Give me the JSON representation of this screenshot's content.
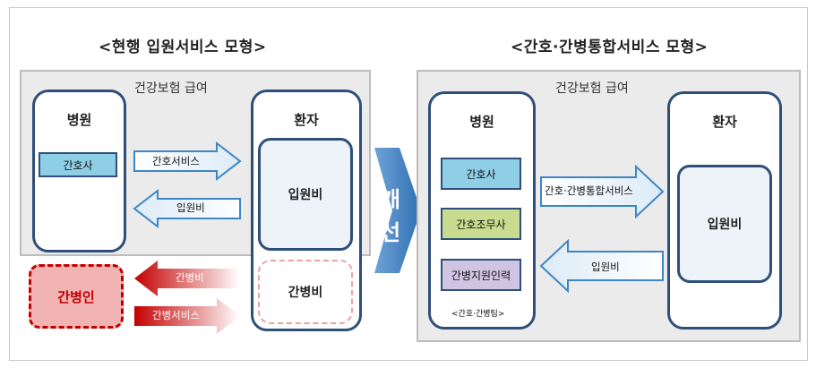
{
  "left_model": {
    "title": "<현행 입원서비스 모형>",
    "insurance_label": "건강보험 급여",
    "hospital": {
      "label": "병원",
      "nurse": "간호사"
    },
    "patient": {
      "label": "환자",
      "inpatient_fee": "입원비",
      "care_fee": "간병비"
    },
    "arrows": {
      "nursing_service": "간호서비스",
      "inpatient_fee": "입원비",
      "care_fee": "간병비",
      "care_service": "간병서비스"
    },
    "caregiver": "간병인"
  },
  "improvement": {
    "label_1": "개",
    "label_2": "선"
  },
  "right_model": {
    "title": "<간호·간병통합서비스 모형>",
    "insurance_label": "건강보험 급여",
    "hospital": {
      "label": "병원",
      "nurse": "간호사",
      "nurse_aide": "간호조무사",
      "care_support": "간병지원인력",
      "team_note": "<간호·간병팀>"
    },
    "patient": {
      "label": "환자",
      "inpatient_fee": "입원비"
    },
    "arrows": {
      "integrated_service": "간호·간병통합서비스",
      "inpatient_fee": "입원비"
    }
  },
  "colors": {
    "box_border": "#2f4f7a",
    "panel_bg": "#ebebeb",
    "arrow_blue": "#5ea2d6",
    "arrow_red": "#c40000",
    "nurse_bg": "#8ecfe6",
    "aide_bg": "#c7dc8f",
    "support_bg": "#cfc5e3"
  }
}
